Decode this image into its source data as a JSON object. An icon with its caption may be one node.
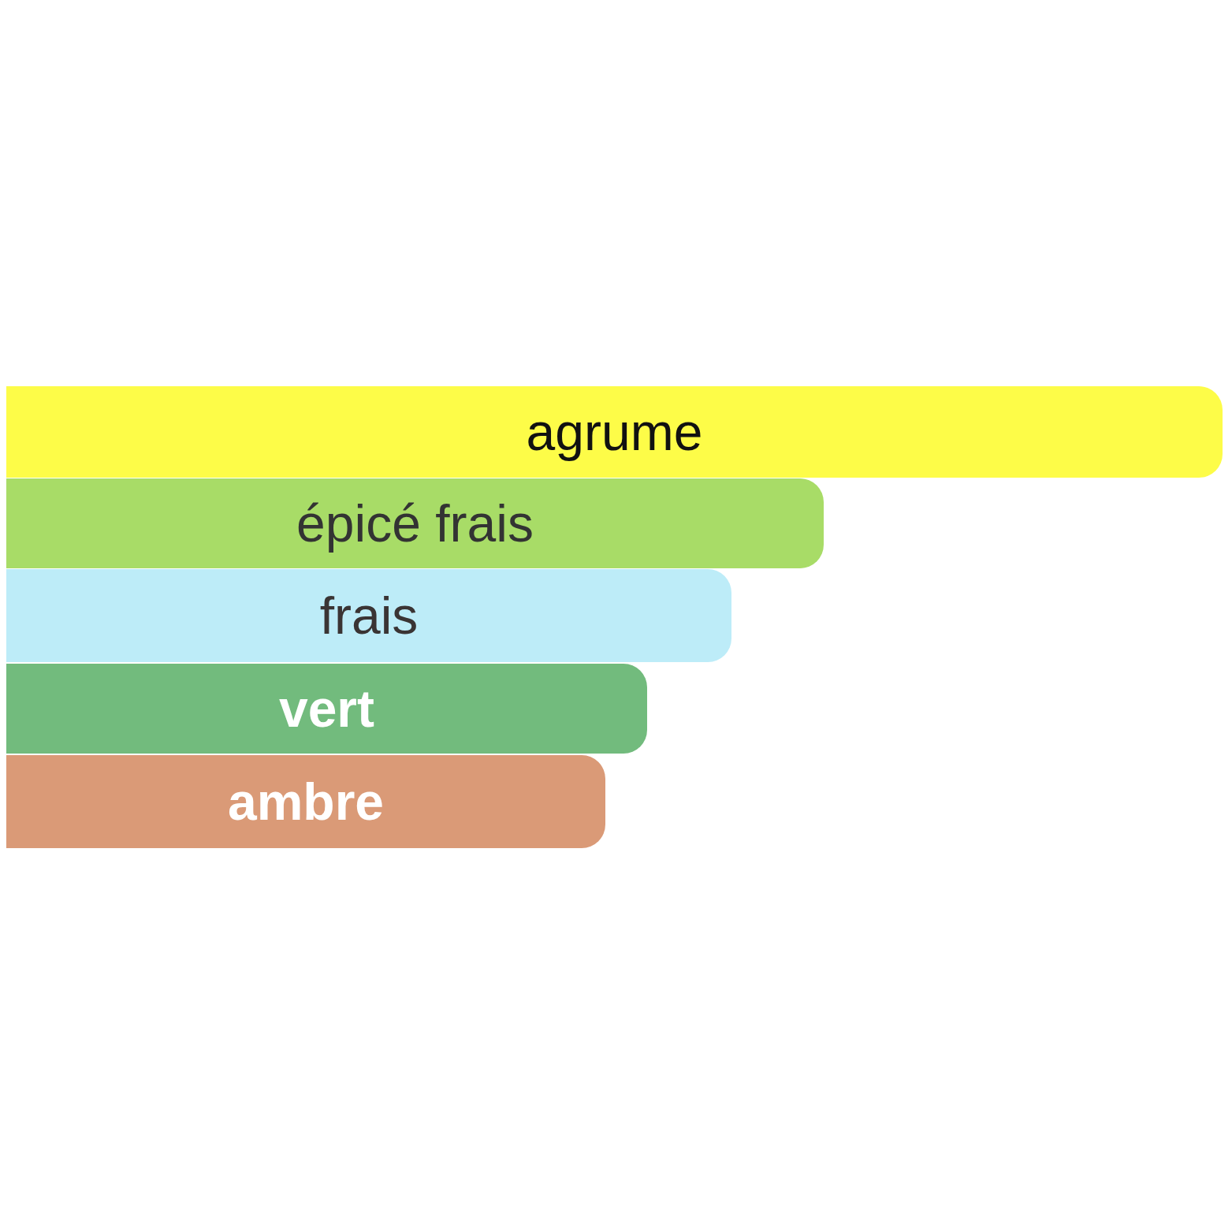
{
  "diagram": {
    "nodes": [
      {
        "text": [
          "agrume"
        ]
      },
      {
        "text": [
          "épicé frais"
        ]
      },
      {
        "text": [
          "frais"
        ]
      },
      {
        "text": [
          "vert"
        ]
      },
      {
        "text": [
          "ambre"
        ]
      }
    ]
  }
}
